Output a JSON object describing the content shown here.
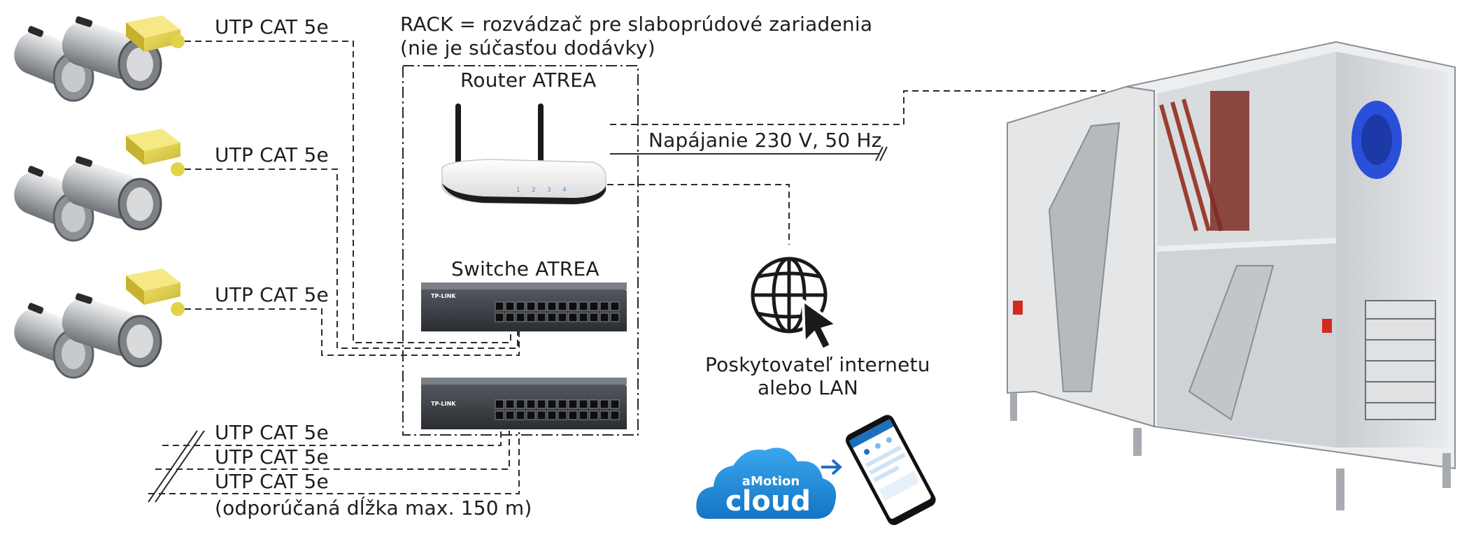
{
  "rack": {
    "title_line1": "RACK = rozvádzač pre slaboprúdové zariadenia",
    "title_line2": "(nie je súčasťou dodávky)"
  },
  "router": {
    "label": "Router ATREA",
    "brand_led_labels": [
      "1",
      "2",
      "3",
      "4"
    ]
  },
  "switches": {
    "label": "Switche ATREA",
    "brand": "TP-LINK"
  },
  "power": {
    "label": "Napájanie 230 V, 50 Hz"
  },
  "internet": {
    "line1": "Poskytovateľ internetu",
    "line2": "alebo LAN"
  },
  "cables": {
    "unit1": "UTP CAT 5e",
    "unit2": "UTP CAT 5e",
    "unit3": "UTP CAT 5e",
    "bottom1": "UTP CAT 5e",
    "bottom2": "UTP CAT 5e",
    "bottom3": "UTP CAT 5e",
    "note": "(odporúčaná dĺžka max. 150 m)"
  },
  "cloud": {
    "small": "aMotion",
    "big": "cloud"
  },
  "colors": {
    "accent_yellow": "#e2d34a",
    "cloud_blue": "#1f8bd6",
    "fan_blue": "#2a4fd8",
    "line": "#2b2b2b"
  }
}
